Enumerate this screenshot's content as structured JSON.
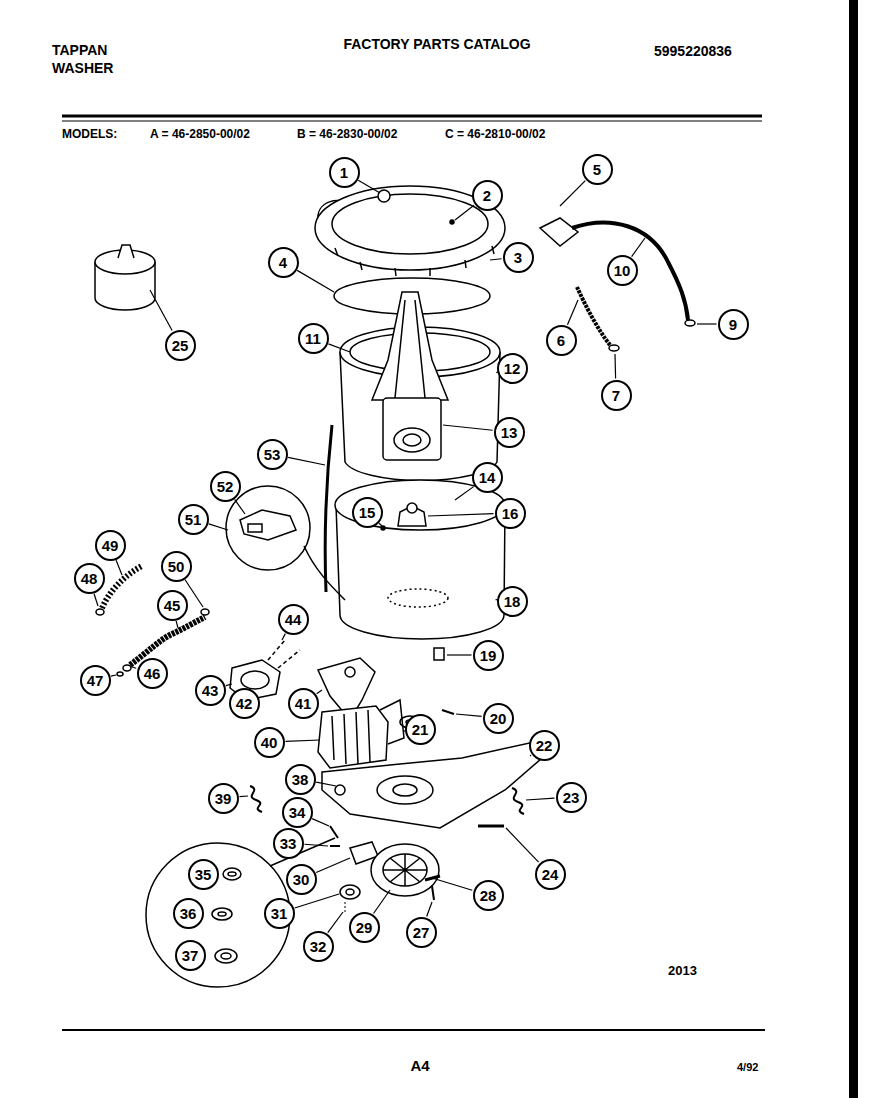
{
  "diagram": {
    "title": "FACTORY PARTS CATALOG",
    "nodes": [
      {
        "text": [
          "5"
        ]
      },
      {
        "text": [
          "1"
        ]
      },
      {
        "text": [
          "2"
        ]
      },
      {
        "text": [
          "3"
        ]
      },
      {
        "text": [
          "4"
        ]
      },
      {
        "text": [
          "10"
        ]
      },
      {
        "text": [
          "9"
        ]
      },
      {
        "text": [
          "11"
        ]
      },
      {
        "text": [
          "6"
        ]
      },
      {
        "text": [
          "25"
        ]
      },
      {
        "text": [
          "12"
        ]
      },
      {
        "text": [
          "7"
        ]
      },
      {
        "text": [
          "13"
        ]
      },
      {
        "text": [
          "53"
        ]
      },
      {
        "text": [
          "14"
        ]
      },
      {
        "text": [
          "52"
        ]
      },
      {
        "text": [
          "15"
        ]
      },
      {
        "text": [
          "16"
        ]
      },
      {
        "text": [
          "51"
        ]
      },
      {
        "text": [
          "49"
        ]
      },
      {
        "text": [
          "50"
        ]
      },
      {
        "text": [
          "48"
        ]
      },
      {
        "text": [
          "18"
        ]
      },
      {
        "text": [
          "45"
        ]
      },
      {
        "text": [
          "44"
        ]
      },
      {
        "text": [
          "19"
        ]
      },
      {
        "text": [
          "46"
        ]
      },
      {
        "text": [
          "47"
        ]
      },
      {
        "text": [
          "43"
        ]
      },
      {
        "text": [
          "42"
        ]
      },
      {
        "text": [
          "41"
        ]
      },
      {
        "text": [
          "20"
        ]
      },
      {
        "text": [
          "21"
        ]
      },
      {
        "text": [
          "40"
        ]
      },
      {
        "text": [
          "22"
        ]
      },
      {
        "text": [
          "38"
        ]
      },
      {
        "text": [
          "39"
        ]
      },
      {
        "text": [
          "23"
        ]
      },
      {
        "text": [
          "34"
        ]
      },
      {
        "text": [
          "33"
        ]
      },
      {
        "text": [
          "24"
        ]
      },
      {
        "text": [
          "35"
        ]
      },
      {
        "text": [
          "30"
        ]
      },
      {
        "text": [
          "28"
        ]
      },
      {
        "text": [
          "36"
        ]
      },
      {
        "text": [
          "31"
        ]
      },
      {
        "text": [
          "29"
        ]
      },
      {
        "text": [
          "27"
        ]
      },
      {
        "text": [
          "32"
        ]
      },
      {
        "text": [
          "37"
        ]
      }
    ],
    "labels": [
      "TAPPAN",
      "WASHER",
      "5995220836",
      "MODELS:",
      "A = 46-2850-00/02",
      "B = 46-2830-00/02",
      "C = 46-2810-00/02",
      "2013",
      "A4",
      "4/92"
    ]
  }
}
